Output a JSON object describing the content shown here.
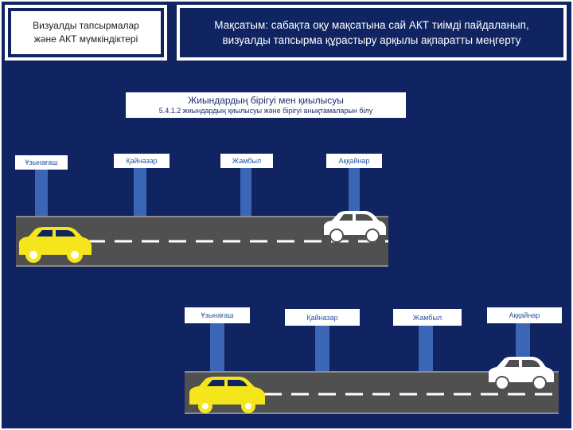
{
  "header": {
    "left_title_line1": "Визуалды тапсырмалар",
    "left_title_line2": "және АКТ мүмкіндіктері",
    "goal_line1": "Мақсатым: сабақта оқу мақсатына сай АКТ тиімді пайдаланып,",
    "goal_line2": "визуалды тапсырма құрастыру арқылы ақпаратты меңгерту"
  },
  "caption": {
    "title": "Жиындардың бірігуі мен қиылысуы",
    "subtitle": "5.4.1.2 жиындардың қиылысуы және бірігуі анықтамаларын білу"
  },
  "scene1": {
    "signs": [
      "Ұзынағаш",
      "Қайназар",
      "Жамбыл",
      "Аққайнар"
    ]
  },
  "scene2": {
    "signs": [
      "Ұзынағаш",
      "Қайназар",
      "Жамбыл",
      "Аққайнар"
    ]
  },
  "colors": {
    "background": "#0f2461",
    "sign_text": "#2a56a6",
    "pole": "#3a66b5",
    "road": "#505050",
    "yellow_car": "#f5e61c",
    "white_car": "#ffffff"
  },
  "icons": [
    "yellow-car-icon",
    "white-car-icon"
  ]
}
